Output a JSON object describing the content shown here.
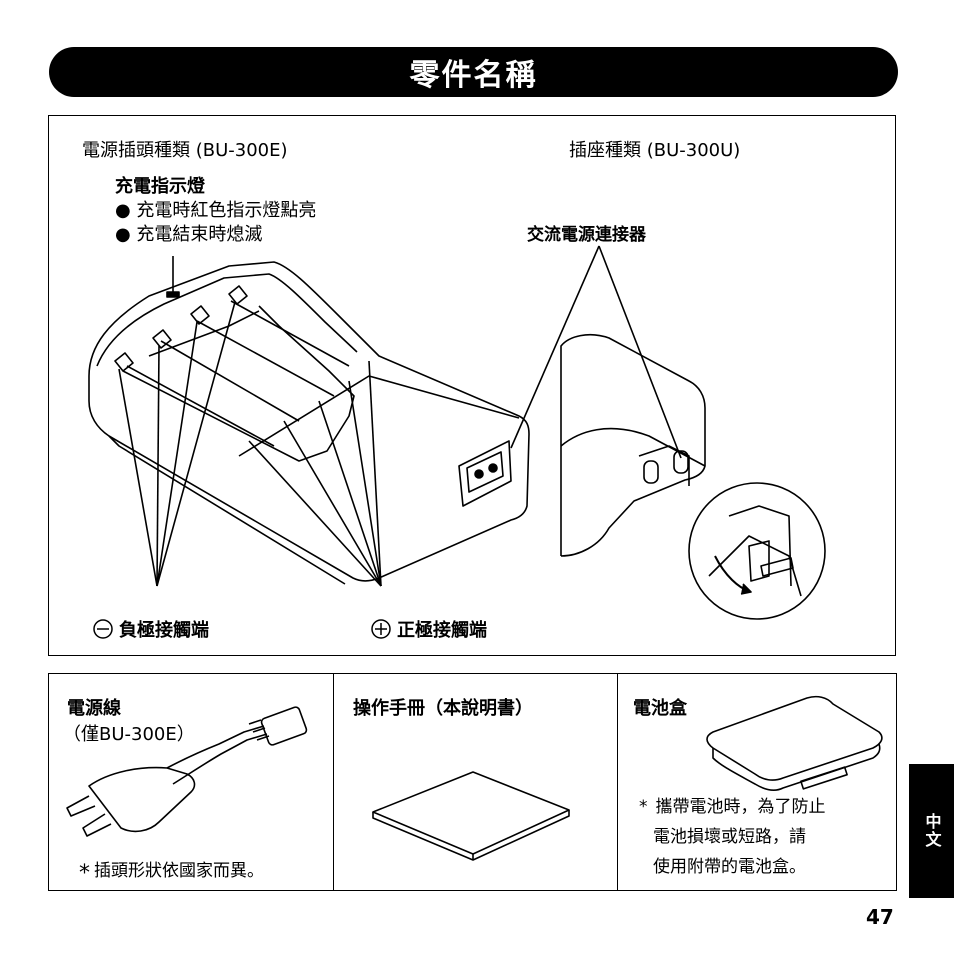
{
  "title": "零件名稱",
  "main": {
    "plug_type_label": "電源插頭種類 (BU-300E)",
    "socket_type_label": "插座種類 (BU-300U)",
    "charge_indicator": {
      "heading": "充電指示燈",
      "bullet_1": "● 充電時紅色指示燈點亮",
      "bullet_2": "● 充電結束時熄滅"
    },
    "ac_connector_label": "交流電源連接器",
    "negative_terminal_label": "負極接觸端",
    "positive_terminal_label": "正極接觸端"
  },
  "accessories": {
    "power_cord": {
      "title": "電源線",
      "subtitle": "（僅BU-300E）",
      "note": "插頭形狀依國家而異。"
    },
    "manual": {
      "title": "操作手冊（本說明書）"
    },
    "battery_case": {
      "title": "電池盒",
      "note_line_1": "攜帶電池時，為了防止",
      "note_line_2": "電池損壞或短路，請",
      "note_line_3": "使用附帶的電池盒。"
    },
    "asterisk": "*"
  },
  "side_tab": "中文",
  "page_number": "47"
}
